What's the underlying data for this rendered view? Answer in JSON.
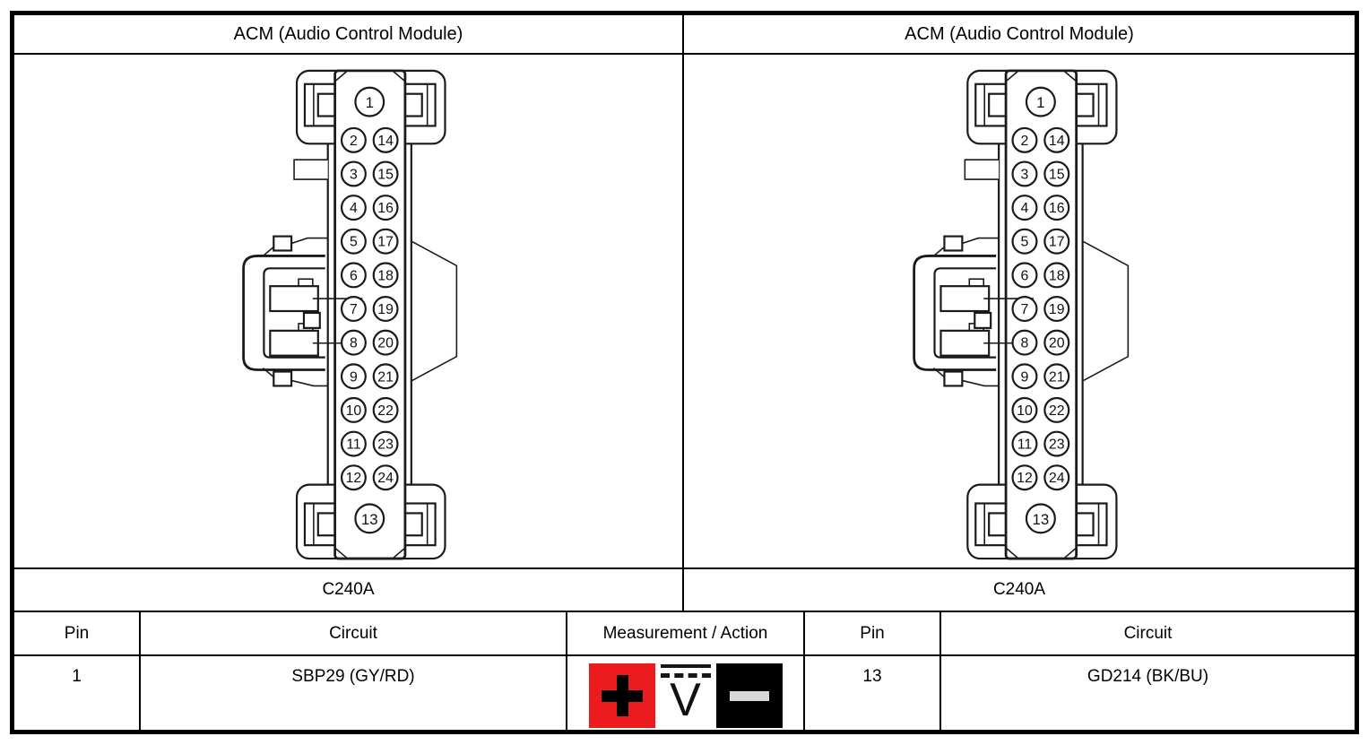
{
  "panels": [
    {
      "header": "ACM (Audio Control Module)",
      "connector_label": "C240A"
    },
    {
      "header": "ACM (Audio Control Module)",
      "connector_label": "C240A"
    }
  ],
  "connector": {
    "top_pin": "1",
    "bottom_pin": "13",
    "left_column_pins": [
      "2",
      "3",
      "4",
      "5",
      "6",
      "7",
      "8",
      "9",
      "10",
      "11",
      "12"
    ],
    "right_column_pins": [
      "14",
      "15",
      "16",
      "17",
      "18",
      "19",
      "20",
      "21",
      "22",
      "23",
      "24"
    ]
  },
  "table": {
    "headers": [
      "Pin",
      "Circuit",
      "Measurement / Action",
      "Pin",
      "Circuit"
    ],
    "row": {
      "left_pin": "1",
      "left_circuit": "SBP29 (GY/RD)",
      "right_pin": "13",
      "right_circuit": "GD214 (BK/BU)"
    }
  },
  "measurement": {
    "icons": [
      "positive-probe-icon",
      "dc-voltage-icon",
      "negative-probe-icon"
    ],
    "dc_letter": "V"
  },
  "colors": {
    "positive_red": "#ec1b1e",
    "negative_black": "#000000",
    "minus_bar_gray": "#d8d8d8",
    "line_black": "#000000"
  }
}
